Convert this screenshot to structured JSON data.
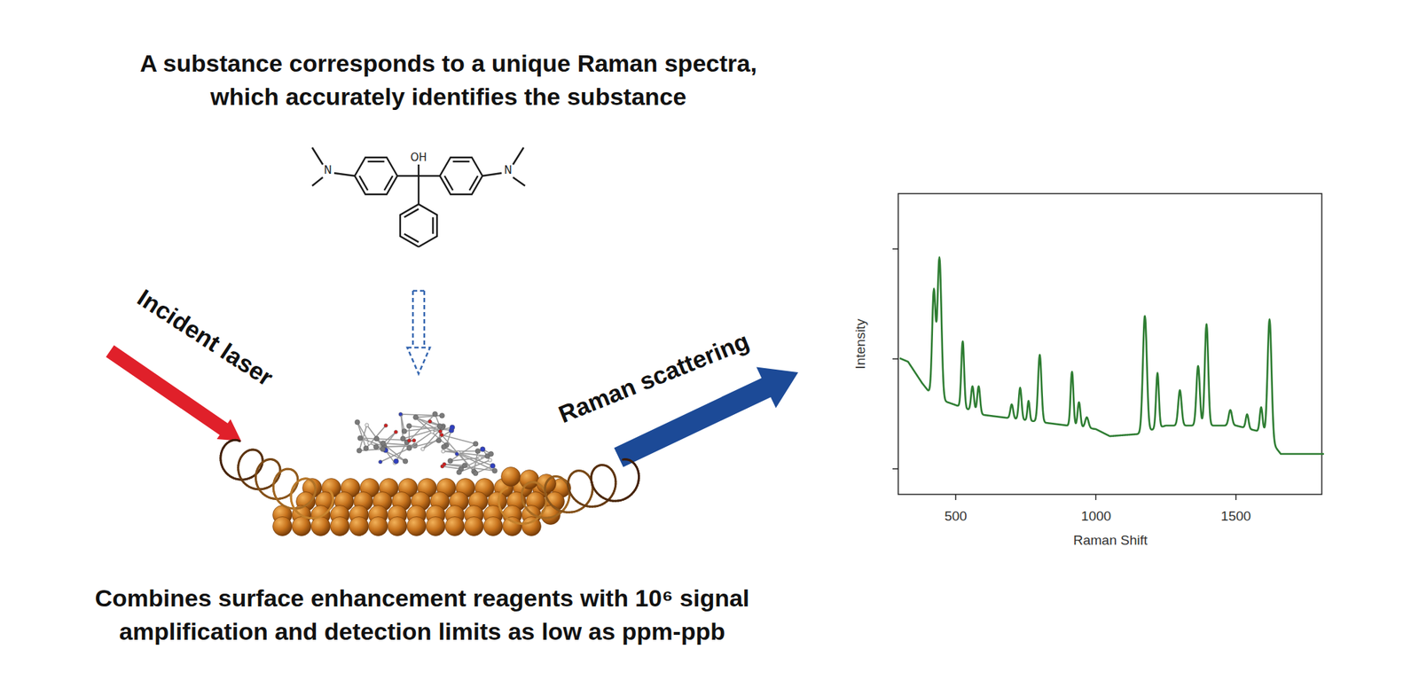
{
  "diagram": {
    "title": "A substance corresponds to a unique Raman spectra, which accurately identifies the substance",
    "caption": "Combines surface enhancement reagents with 10⁶ signal amplification and detection limits as low as ppm-ppb",
    "labels": [
      "N",
      "OH",
      "N",
      "Incident laser",
      "Raman scattering",
      "Intensity",
      "500",
      "1000",
      "1500",
      "Raman Shift"
    ]
  }
}
